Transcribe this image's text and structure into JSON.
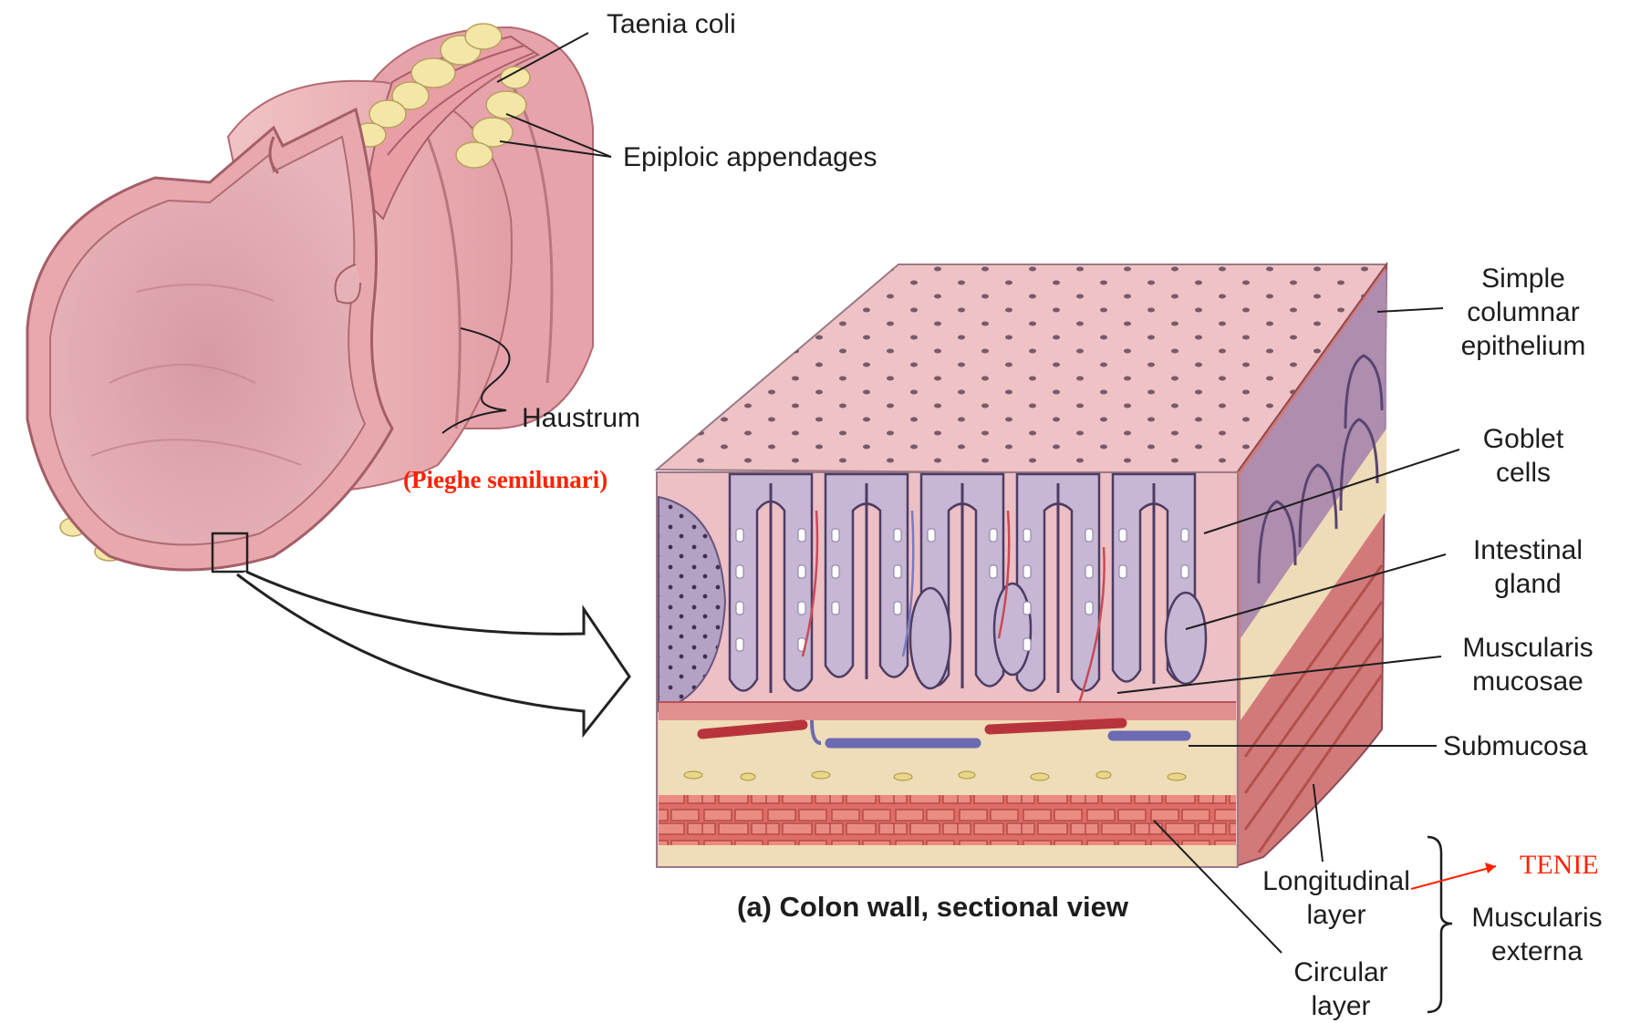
{
  "labels": {
    "taenia_coli": "Taenia coli",
    "epiploic_appendages": "Epiploic appendages",
    "haustrum": "Haustrum",
    "pieghe_semilunari": "(Pieghe semilunari)",
    "simple_columnar": [
      "Simple",
      "columnar",
      "epithelium"
    ],
    "goblet_cells": [
      "Goblet",
      "cells"
    ],
    "intestinal_gland": [
      "Intestinal",
      "gland"
    ],
    "muscularis_mucosae": [
      "Muscularis",
      "mucosae"
    ],
    "submucosa": "Submucosa",
    "longitudinal_layer": [
      "Longitudinal",
      "layer"
    ],
    "circular_layer": [
      "Circular",
      "layer"
    ],
    "muscularis_externa": [
      "Muscularis",
      "externa"
    ],
    "tenie": "TENIE",
    "caption": "(a) Colon wall, sectional view"
  },
  "colors": {
    "annotation_red": "#ff2200",
    "tissue_pink": "#e9a4a9",
    "epithelium_purple": "#a58fb8",
    "muscle_red": "#d9645f",
    "submucosa_cream": "#efdcb8",
    "fat_yellow": "#f2e5a4"
  }
}
